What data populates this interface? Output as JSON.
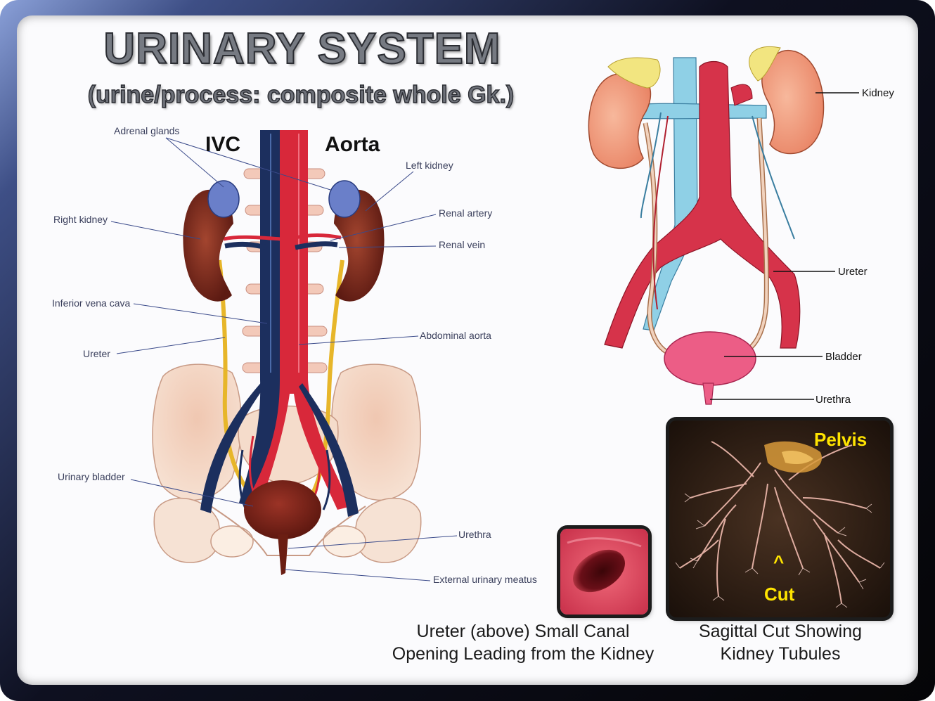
{
  "title": "URINARY SYSTEM",
  "subtitle": "(urine/process:  composite whole Gk.)",
  "left_diagram": {
    "heading_ivc": "IVC",
    "heading_aorta": "Aorta",
    "labels": {
      "adrenal_glands": "Adrenal glands",
      "left_kidney": "Left kidney",
      "right_kidney": "Right kidney",
      "renal_artery": "Renal artery",
      "renal_vein": "Renal vein",
      "inferior_vena_cava": "Inferior vena cava",
      "abdominal_aorta": "Abdominal aorta",
      "ureter": "Ureter",
      "urinary_bladder": "Urinary bladder",
      "urethra": "Urethra",
      "external_urinary_meatus": "External urinary meatus"
    }
  },
  "right_diagram": {
    "labels": {
      "kidney": "Kidney",
      "ureter": "Ureter",
      "bladder": "Bladder",
      "urethra": "Urethra"
    }
  },
  "photo_tubules": {
    "pelvis": "Pelvis",
    "caret": "^",
    "cut": "Cut",
    "caption_line1": "Sagittal  Cut Showing",
    "caption_line2": "Kidney Tubules"
  },
  "photo_ureter": {
    "caption_line1": "Ureter (above) Small Canal",
    "caption_line2": "Opening Leading from  the Kidney"
  },
  "colors": {
    "vein_blue": "#1c2f5e",
    "artery_red": "#d8283a",
    "kidney_brown": "#7b2a1e",
    "light_kidney": "#f2a283",
    "adrenal_yellow": "#f2e580",
    "pelvis_yellow": "#ffe400"
  }
}
